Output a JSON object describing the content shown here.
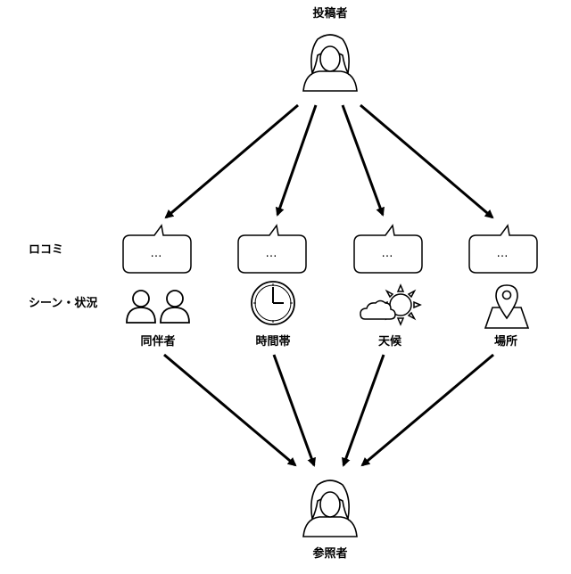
{
  "poster_label": "投稿者",
  "viewer_label": "参照者",
  "row_labels": {
    "review": "ロコミ",
    "scene": "シーン・状況"
  },
  "bubble_text": "…",
  "categories": [
    {
      "label": "同伴者",
      "icon": "companions-icon"
    },
    {
      "label": "時間帯",
      "icon": "clock-icon"
    },
    {
      "label": "天候",
      "icon": "weather-icon"
    },
    {
      "label": "場所",
      "icon": "location-icon"
    }
  ]
}
